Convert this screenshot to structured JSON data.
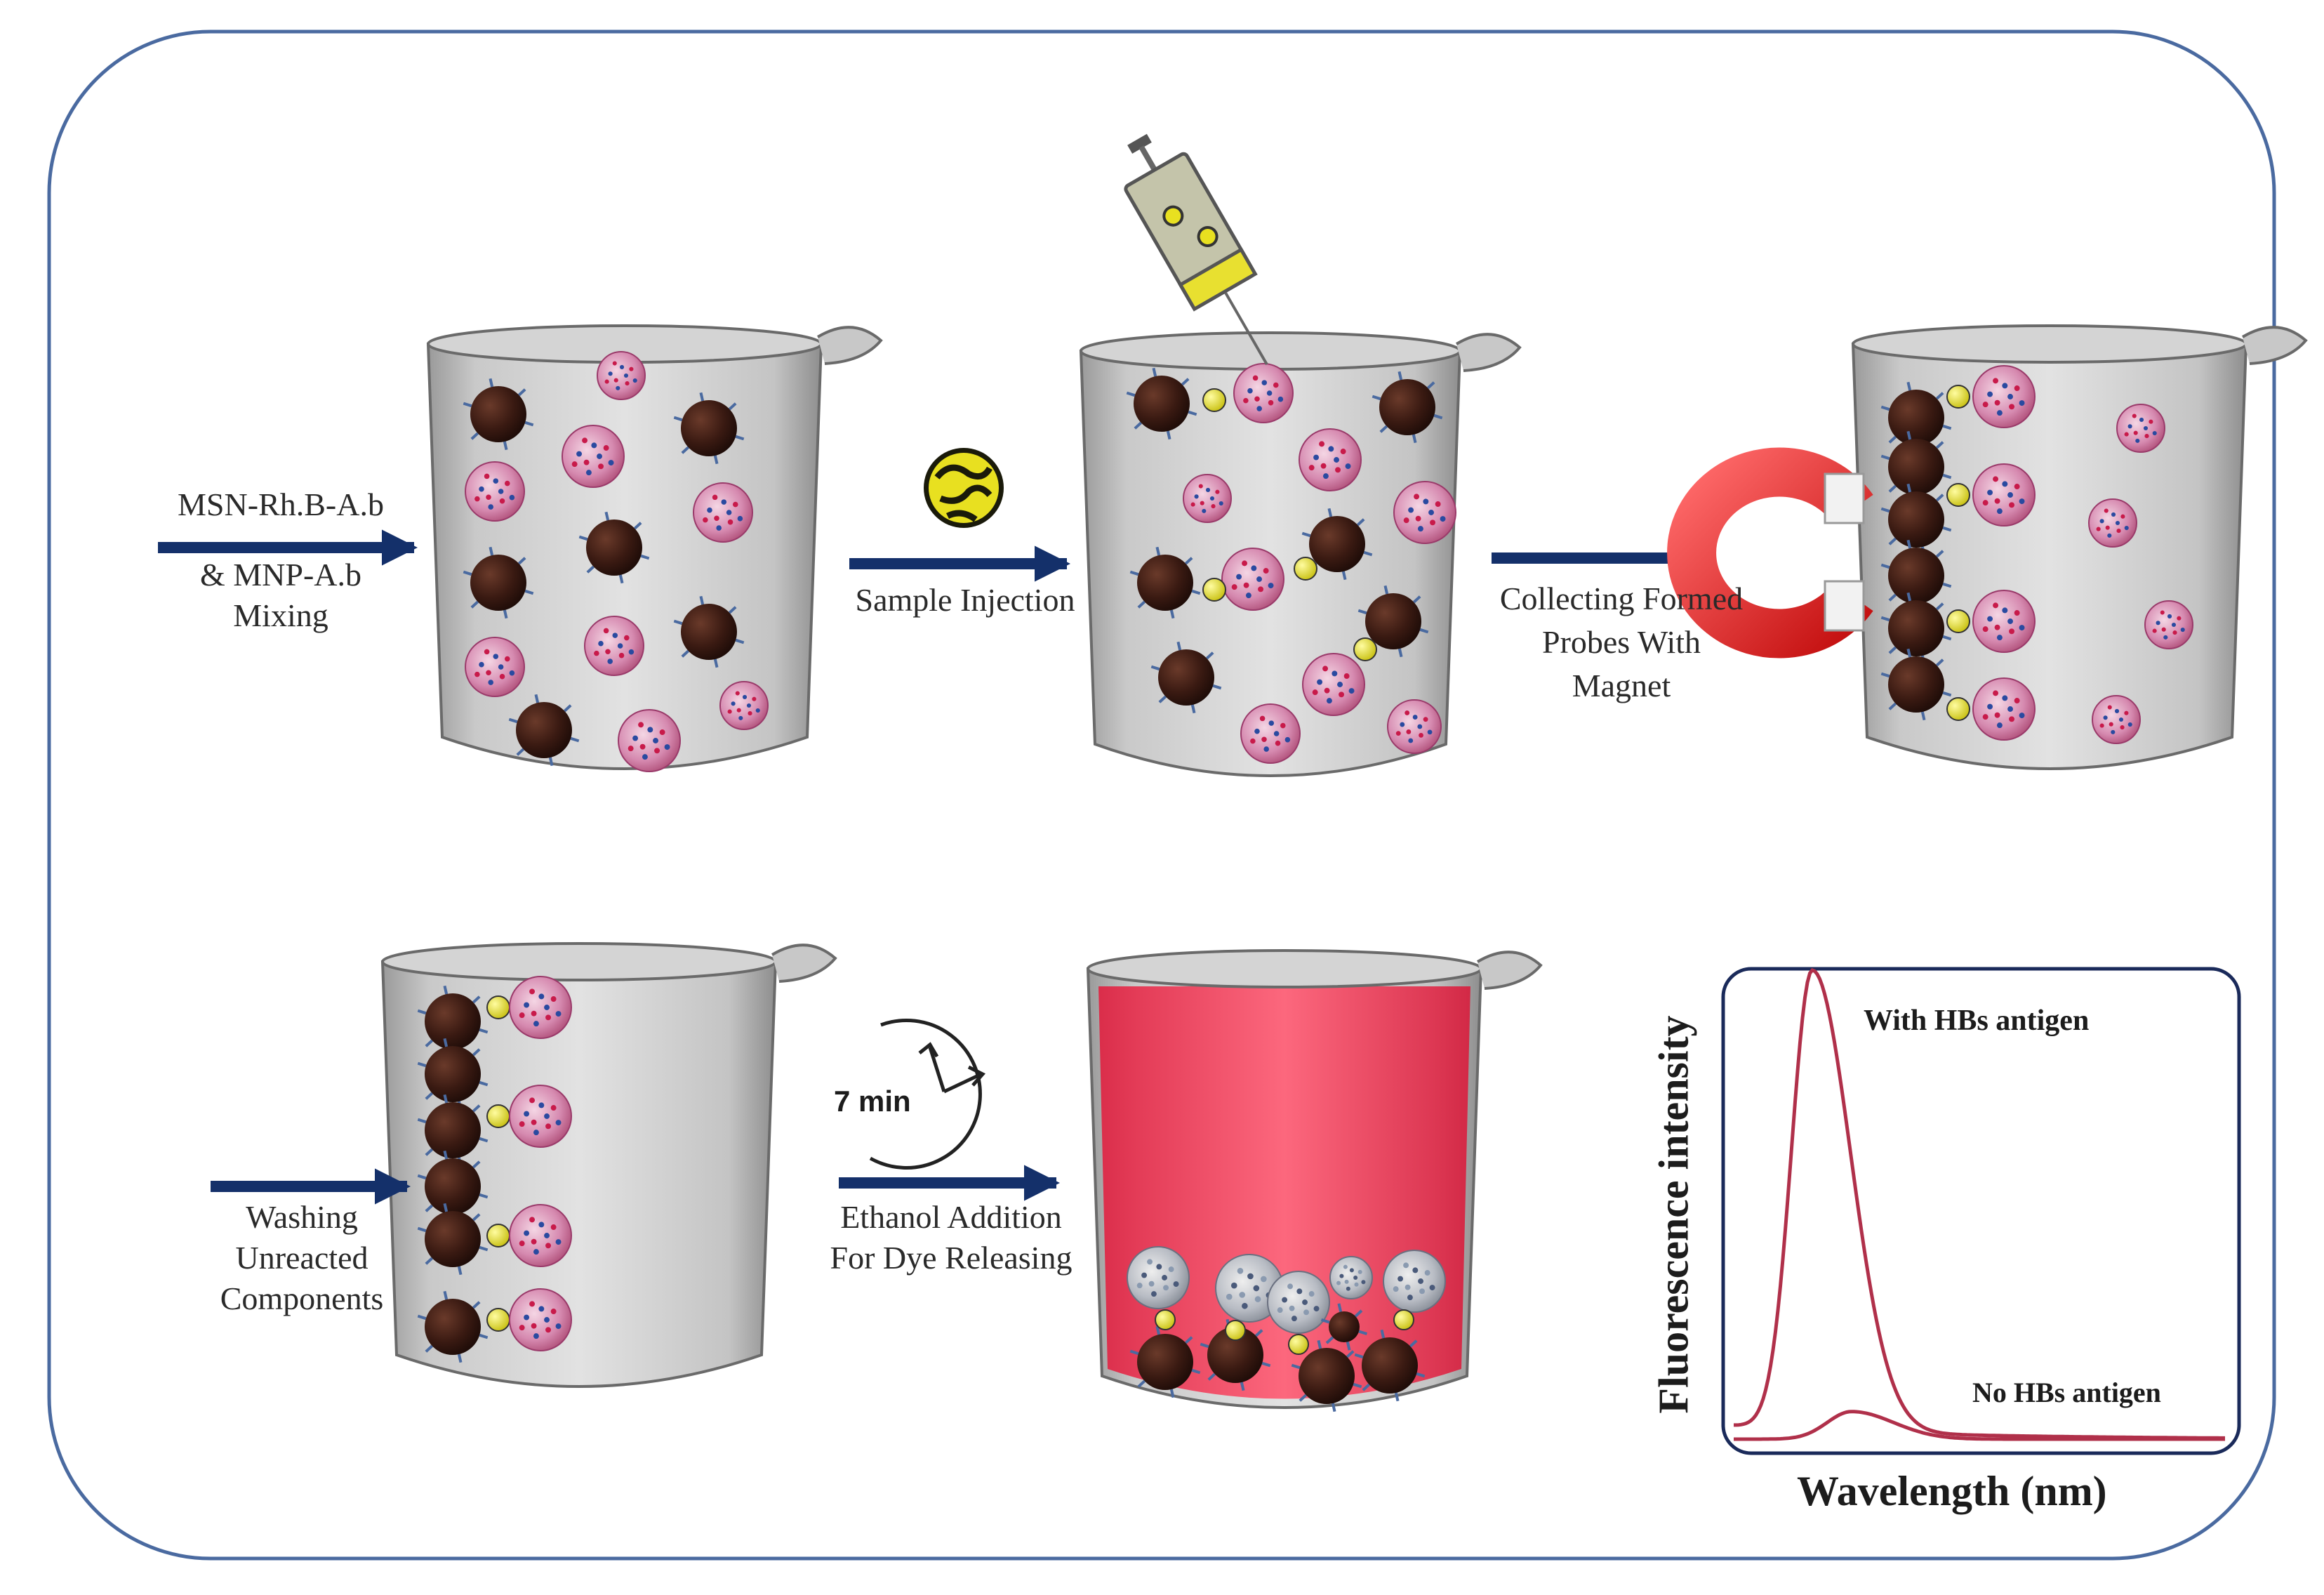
{
  "steps": {
    "mixing": {
      "line1": "MSN-Rh.B-A.b",
      "line2": "& MNP-A.b",
      "line3": "Mixing"
    },
    "injection": {
      "label": "Sample Injection"
    },
    "collecting": {
      "line1": "Collecting Formed",
      "line2": "Probes With",
      "line3": "Magnet"
    },
    "washing": {
      "line1": "Washing",
      "line2": "Unreacted",
      "line3": "Components"
    },
    "ethanol": {
      "line1": "Ethanol Addition",
      "line2": "For Dye Releasing"
    },
    "timer": {
      "label": "7 min"
    }
  },
  "chart_data": {
    "type": "line",
    "xlabel": "Wavelength (nm)",
    "ylabel": "Fluorescence intensity",
    "grid": false,
    "series": [
      {
        "name": "With HBs antigen",
        "values": [
          0.02,
          0.3,
          0.85,
          1.0,
          0.78,
          0.45,
          0.22,
          0.1,
          0.05,
          0.03,
          0.02,
          0.01,
          0.01
        ]
      },
      {
        "name": "No HBs antigen",
        "values": [
          0.01,
          0.02,
          0.04,
          0.05,
          0.06,
          0.05,
          0.03,
          0.02,
          0.015,
          0.01,
          0.01,
          0.005,
          0.005
        ]
      }
    ]
  },
  "colors": {
    "frame": "#4a6aa0",
    "arrow": "#14306a",
    "curve": "#b0304a",
    "chart_border": "#1a2a5a",
    "msn_pink": "#c85a8a",
    "mnp_brown": "#3a1a12",
    "antigen_yellow": "#e8e020",
    "release_red": "#ff3a5a"
  }
}
